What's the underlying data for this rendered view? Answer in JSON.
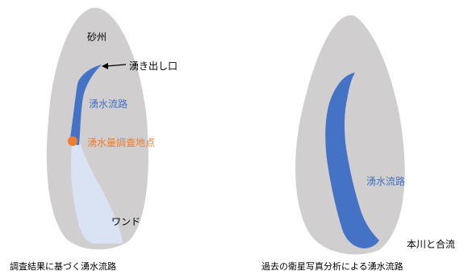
{
  "left_panel": {
    "sandbar_label": "砂州",
    "source_label": "湧き出し口",
    "channel_label": "湧水流路",
    "measurement_label": "湧水量調査地点",
    "wando_label": "ワンド",
    "caption": "調査結果に基づく湧水流路"
  },
  "right_panel": {
    "channel_label": "湧水流路",
    "confluence_label": "本川と合流",
    "caption": "過去の衛星写真分析による湧水流路"
  },
  "colors": {
    "sandbar": "#d0cece",
    "channel": "#4472c4",
    "wando": "#dae3f3",
    "measurement_point": "#ed7d31"
  }
}
